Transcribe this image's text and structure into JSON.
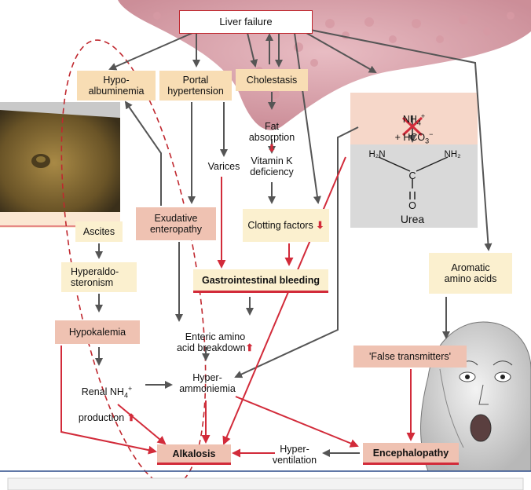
{
  "nodes": {
    "liver_failure": "Liver failure",
    "hypoalbuminemia": "Hypo-\nalbuminemia",
    "portal_hypertension": "Portal\nhypertension",
    "cholestasis": "Cholestasis",
    "fat_absorption": "Fat\nabsorption",
    "vitamin_k": "Vitamin K\ndeficiency",
    "varices": "Varices",
    "exudative": "Exudative\nenteropathy",
    "clotting": "Clotting factors",
    "ascites": "Ascites",
    "hyperaldosteronism": "Hyperaldo-\nsteronism",
    "gi_bleeding": "Gastrointestinal bleeding",
    "hypokalemia": "Hypokalemia",
    "enteric": "Enteric amino\nacid breakdown",
    "renal": "Renal NH",
    "renal_sup": "+",
    "renal_sub": "4",
    "renal_line2": "production",
    "hyperammoniemia": "Hyper-\nammoniemia",
    "alkalosis": "Alkalosis",
    "hyperventilation": "Hyper-\nventilation",
    "encephalopathy": "Encephalopathy",
    "aromatic": "Aromatic\namino acids",
    "false_transmitters": "'False transmitters'",
    "urea_label": "Urea"
  },
  "urea_panel": {
    "nh4": "NH",
    "nh4_sub": "4",
    "nh4_sup": "+",
    "plus": "+ HCO",
    "hco3_sub": "3",
    "hco3_sup": "−",
    "h2n": "H₂N",
    "nh2": "NH₂",
    "c": "C",
    "o": "O"
  },
  "colors": {
    "orange_box": "#f8ddb4",
    "salmon_box": "#efc2b2",
    "cream_box": "#fbf0cf",
    "red_arrow": "#d22b3a",
    "gray_arrow": "#555555",
    "urea_panel_bg": "#d9d9d9",
    "urea_panel_top": "#f6d7c9"
  },
  "icons": {
    "decrease": "red-down-arrow-icon",
    "increase": "red-up-arrow-icon",
    "blocked": "red-x-icon"
  },
  "up_arrow": "⬆",
  "down_arrow": "⬇"
}
